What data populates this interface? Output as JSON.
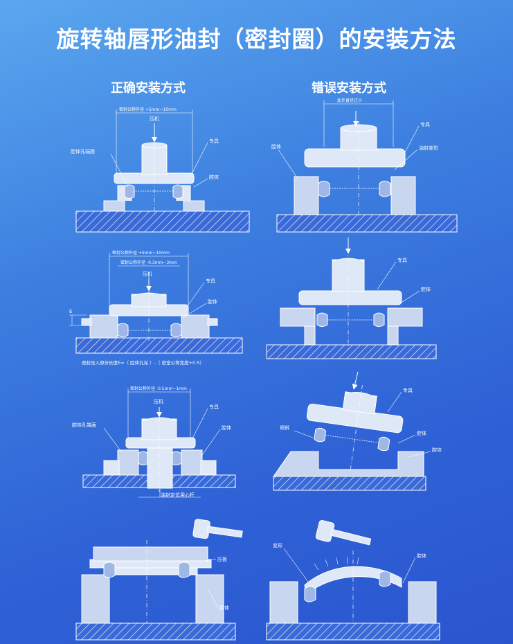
{
  "title": "旋转轴唇形油封（密封圈）的安装方法",
  "columns": {
    "correct": "正确安装方式",
    "wrong": "错误安装方式"
  },
  "labels": {
    "d1_dim": "密封公称外径 +5mm~10mm",
    "d1_press": "压机",
    "d1_tool": "专具",
    "d1_bore_chamfer": "腔体孔端面",
    "d1_housing": "腔体",
    "w1_dim": "此外直径过小",
    "w1_tool": "专具",
    "w1_housing": "腔体",
    "w1_deform": "油封变形",
    "d2_dim_outer": "密封公称外径 +5mm~10mm",
    "d2_dim_inner": "密封公称外径 -0.3mm~3mm",
    "d2_press": "压机",
    "d2_tool": "专具",
    "d2_housing": "腔体",
    "d2_e": "E",
    "d2_formula": "密封压入部分长度E=（ 腔体孔深 ）-（ 密室公称宽度+0.5）",
    "w2_tool": "专具",
    "w2_housing": "腔体",
    "d3_dim": "密封公称外径 -0.5mm~1mm",
    "d3_press": "压机",
    "d3_tool": "专具",
    "d3_bore_chamfer": "腔体孔端面",
    "d3_housing": "腔体",
    "d3_mandrel": "油封定位用心杆",
    "w3_tool": "专具",
    "w3_tilt": "倾斜",
    "w3_housing1": "腔体",
    "w3_housing2": "腔体",
    "d4_plate": "压板",
    "d4_housing": "腔体",
    "w4_deform": "变形",
    "w4_housing": "腔体"
  }
}
